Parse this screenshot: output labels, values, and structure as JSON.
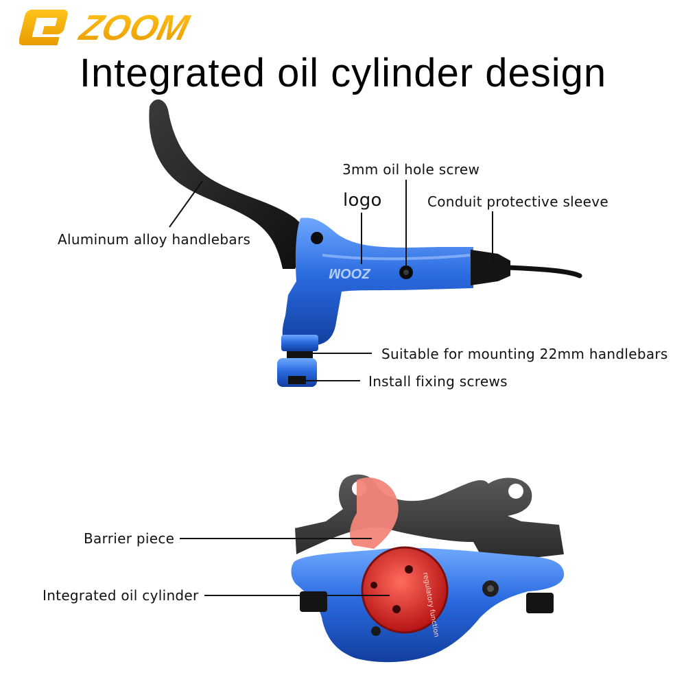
{
  "brand": {
    "logo_text": "ZOOM",
    "accent": "#f5a800"
  },
  "title": "Integrated oil cylinder design",
  "lever_labels": {
    "handlebars": "Aluminum alloy handlebars",
    "oil_hole": "3mm oil hole screw",
    "logo": "logo",
    "sleeve": "Conduit protective sleeve",
    "mounting": "Suitable for mounting 22mm handlebars",
    "fixing": "Install fixing screws",
    "engraved_logo": "ZOOM"
  },
  "caliper_labels": {
    "barrier": "Barrier piece",
    "cylinder": "Integrated oil cylinder",
    "engraving": "regulatory function"
  },
  "colors": {
    "anodized_blue": "#1f5fd6",
    "lever_black": "#1c1c1c",
    "pad_red": "#f07a6e",
    "piston_red": "#e12b28"
  }
}
